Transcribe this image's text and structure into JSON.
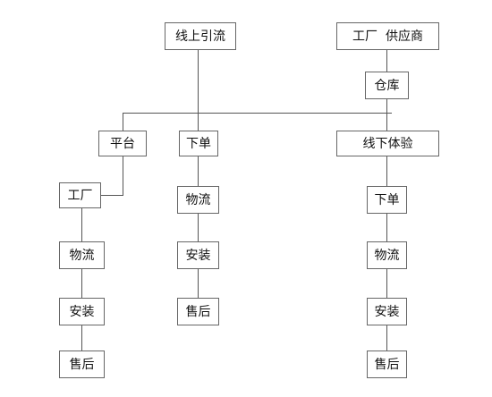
{
  "nodes": {
    "online_traffic": "线上引流",
    "factory_supplier": "工厂  供应商",
    "warehouse": "仓库",
    "platform": "平台",
    "order_center": "下单",
    "offline_experience": "线下体验",
    "factory_left": "工厂",
    "logistics_left": "物流",
    "install_left": "安装",
    "aftersale_left": "售后",
    "logistics_center": "物流",
    "install_center": "安装",
    "aftersale_center": "售后",
    "order_right": "下单",
    "logistics_right": "物流",
    "install_right": "安装",
    "aftersale_right": "售后"
  },
  "colors": {
    "border": "#666666",
    "line": "#555555",
    "text": "#111111",
    "background": "#ffffff"
  }
}
